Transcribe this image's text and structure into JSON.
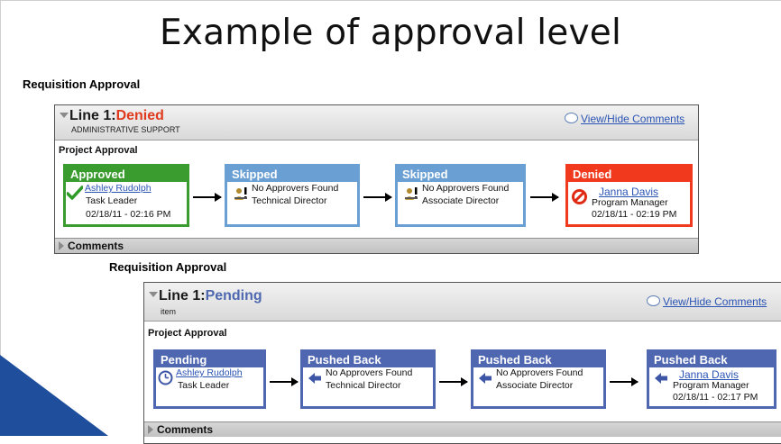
{
  "slide": {
    "title": "Example of approval level"
  },
  "panels": [
    {
      "heading": "Requisition Approval",
      "line_label": "Line 1:",
      "status": "Denied",
      "subtitle": "ADMINISTRATIVE SUPPORT",
      "view_hide": "View/Hide Comments",
      "project_approval": "Project Approval",
      "comments": "Comments",
      "cards": [
        {
          "header": "Approved",
          "color": "#3a9b2f",
          "icon": "check-icon",
          "name": "Ashley Rudolph",
          "role": "Task Leader",
          "timestamp": "02/18/11 - 02:16 PM"
        },
        {
          "header": "Skipped",
          "color": "#6a9fd4",
          "icon": "person-warning-icon",
          "line1": "No Approvers Found",
          "line2": "Technical Director"
        },
        {
          "header": "Skipped",
          "color": "#6a9fd4",
          "icon": "person-warning-icon",
          "line1": "No Approvers Found",
          "line2": "Associate Director"
        },
        {
          "header": "Denied",
          "color": "#f0391d",
          "icon": "denied-icon",
          "name": "Janna Davis",
          "role": "Program Manager",
          "timestamp": "02/18/11 - 02:19 PM"
        }
      ]
    },
    {
      "heading": "Requisition Approval",
      "line_label": "Line 1:",
      "status": "Pending",
      "subtitle": "item",
      "view_hide": "View/Hide Comments",
      "project_approval": "Project Approval",
      "comments": "Comments",
      "cards": [
        {
          "header": "Pending",
          "color": "#4f67b1",
          "icon": "clock-icon",
          "name": "Ashley Rudolph",
          "role": "Task Leader"
        },
        {
          "header": "Pushed Back",
          "color": "#4f67b1",
          "icon": "back-arrow-icon",
          "line1": "No Approvers Found",
          "line2": "Technical Director"
        },
        {
          "header": "Pushed Back",
          "color": "#4f67b1",
          "icon": "back-arrow-icon",
          "line1": "No Approvers Found",
          "line2": "Associate Director"
        },
        {
          "header": "Pushed Back",
          "color": "#4f67b1",
          "icon": "back-arrow-icon",
          "name": "Janna Davis",
          "role": "Program Manager",
          "timestamp": "02/18/11 - 02:17 PM"
        }
      ]
    }
  ]
}
